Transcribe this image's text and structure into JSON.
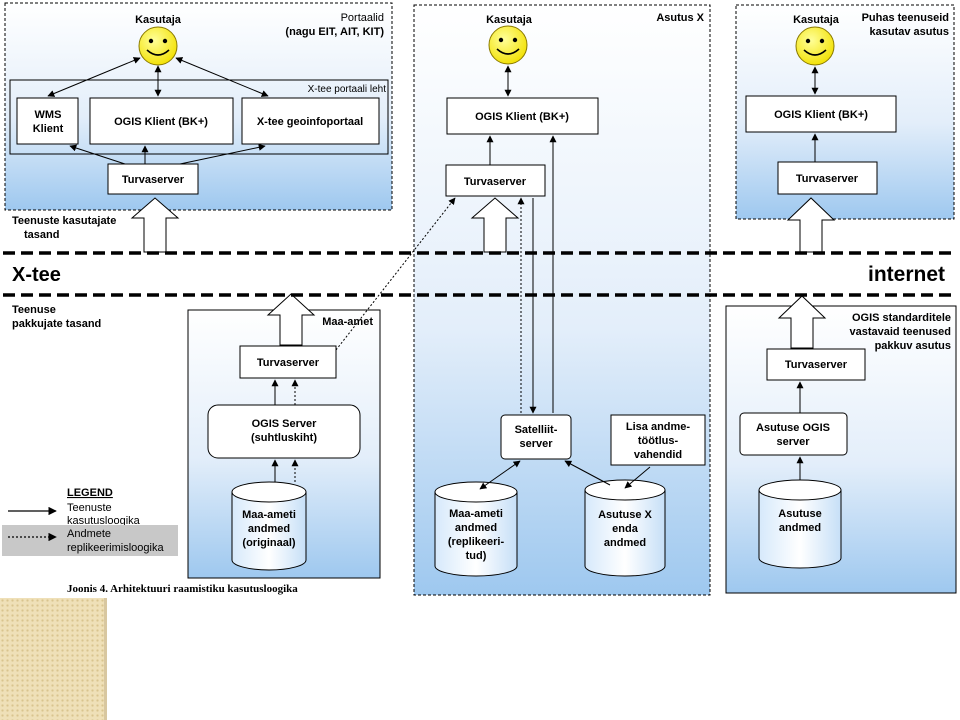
{
  "regions": {
    "portals": {
      "name": "Portaalid",
      "subtitle": "(nagu EIT, AIT, KIT)"
    },
    "asutus_x": {
      "name": "Asutus X"
    },
    "pure_user": {
      "name_line1": "Puhas teenuseid",
      "name_line2": "kasutav asutus"
    },
    "maa_amet": {
      "name": "Maa-amet"
    },
    "ogis_provider": {
      "name_line1": "OGIS standarditele",
      "name_line2": "vastavaid teenused",
      "name_line3": "pakkuv asutus"
    }
  },
  "portal_page_label": "X-tee portaali leht",
  "user_label": "Kasutaja",
  "boxes": {
    "wms_client": {
      "line1": "WMS",
      "line2": "Klient"
    },
    "ogis_client": "OGIS Klient (BK+)",
    "xtee_geoportal": "X-tee geoinfoportaal",
    "security_server": "Turvaserver",
    "ogis_server": {
      "line1": "OGIS Server",
      "line2": "(suhtluskiht)"
    },
    "satellite_server": {
      "line1": "Satelliit-",
      "line2": "server"
    },
    "extra_tools": {
      "line1": "Lisa andme-",
      "line2": "töötlus-",
      "line3": "vahendid"
    },
    "inst_ogis_server": {
      "line1": "Asutuse OGIS",
      "line2": "server"
    }
  },
  "databases": {
    "maa_amet_original": {
      "line1": "Maa-ameti",
      "line2": "andmed",
      "line3": "(originaal)"
    },
    "maa_amet_replicated": {
      "line1": "Maa-ameti",
      "line2": "andmed",
      "line3": "(replikeeri-",
      "line4": "tud)"
    },
    "asutus_x_own": {
      "line1": "Asutuse X",
      "line2": "enda",
      "line3": "andmed"
    },
    "inst_data": {
      "line1": "Asutuse",
      "line2": "andmed"
    }
  },
  "tiers": {
    "service_users": {
      "line1": "Teenuste kasutajate",
      "line2": "tasand"
    },
    "service_providers": {
      "line1": "Teenuse",
      "line2": "pakkujate tasand"
    },
    "xtee": "X-tee",
    "internet": "internet"
  },
  "legend": {
    "title": "LEGEND",
    "usage_line1": "Teenuste",
    "usage_line2": "kasutusloogika",
    "repl_line1": "Andmete",
    "repl_line2": "replikeerimisloogika"
  },
  "caption": "Joonis 4. Arhitektuuri raamistiku kasutusloogika",
  "colors": {
    "panel_top": "#ffffff",
    "panel_bottom": "#9ec8ef",
    "smiley": "#ffee00",
    "legend_shade": "#c8c8c8"
  }
}
